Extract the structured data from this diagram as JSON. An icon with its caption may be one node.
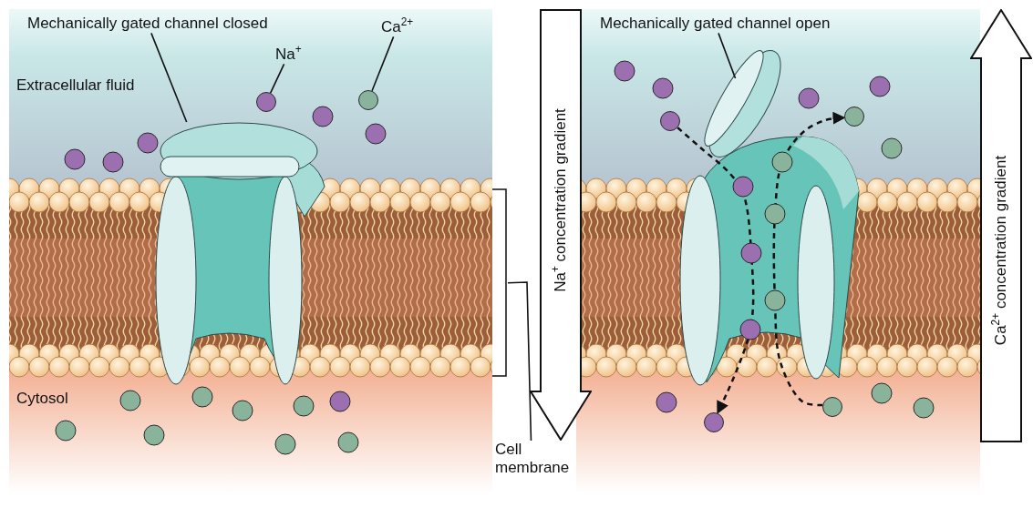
{
  "diagram": {
    "nodes": [
      {
        "text": [
          "Mechanically gated channel closed"
        ]
      },
      {
        "text": [],
        "shape": "picture"
      },
      {
        "text": [
          "Na$^{+}$"
        ]
      },
      {
        "text": [],
        "shape": "circle"
      },
      {
        "text": [
          "Ca$^{2+}$"
        ]
      },
      {
        "text": [],
        "shape": "circle"
      },
      {
        "text": [
          "Cell membrane"
        ]
      },
      {
        "text": [],
        "shape": "bracket"
      },
      {
        "text": [
          "Mechanically gated channel open"
        ]
      },
      {
        "text": [],
        "shape": "picture"
      },
      {
        "text": [],
        "shape": "circle"
      },
      {
        "text": [],
        "shape": "circle"
      },
      {
        "text": [],
        "shape": "circle"
      },
      {
        "text": [
          "Na$^{+}$ concentration gradient"
        ]
      },
      {
        "text": [
          "Ca$^{2+}$ concentration gradient"
        ]
      },
      {
        "text": [],
        "shape": "circle"
      }
    ],
    "edges": [
      {
        "from": 0,
        "to": 1,
        "arrow": "none"
      },
      {
        "from": 2,
        "to": 3,
        "arrow": "none"
      },
      {
        "from": 4,
        "to": 5,
        "arrow": "none"
      },
      {
        "from": 6,
        "to": 7,
        "arrow": "none"
      },
      {
        "from": 8,
        "to": 9,
        "arrow": "none"
      },
      {
        "from": 10,
        "to": 11,
        "arrow": "to",
        "style": "dashed"
      },
      {
        "from": 12,
        "to": 15,
        "arrow": "to",
        "style": "dashed"
      }
    ],
    "labels": [
      "Extracellular fluid",
      "Cytosol"
    ]
  }
}
